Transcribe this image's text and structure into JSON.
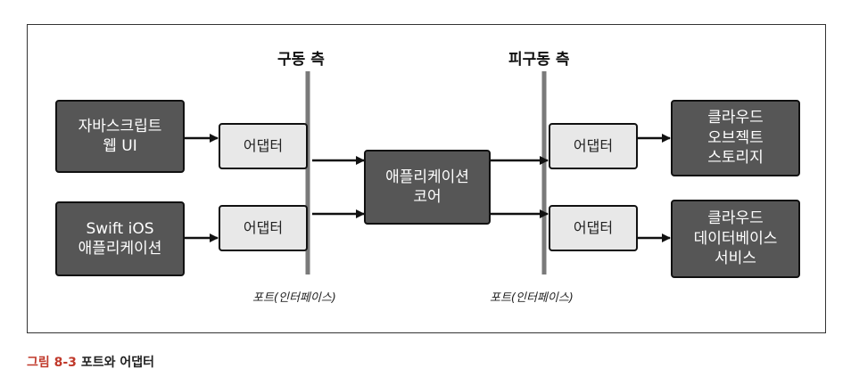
{
  "axes": {
    "driving": "구동 측",
    "driven": "피구동 측"
  },
  "ports": {
    "left": "포트(인터페이스)",
    "right": "포트(인터페이스)"
  },
  "clients": {
    "web": "자바스크립트\n웹 UI",
    "ios": "Swift iOS\n애플리케이션"
  },
  "adapters": {
    "left_top": "어댑터",
    "left_bottom": "어댑터",
    "right_top": "어댑터",
    "right_bottom": "어댑터"
  },
  "core": "애플리케이션\n코어",
  "services": {
    "storage": "클라우드\n오브젝트\n스토리지",
    "database": "클라우드\n데이터베이스\n서비스"
  },
  "caption": {
    "figure": "그림 8-3",
    "title": "포트와 어댑터"
  },
  "colors": {
    "dark_box": "#565656",
    "light_box": "#e8e8e8",
    "port_line": "#7a7a7a",
    "figure_label": "#c0392b"
  }
}
